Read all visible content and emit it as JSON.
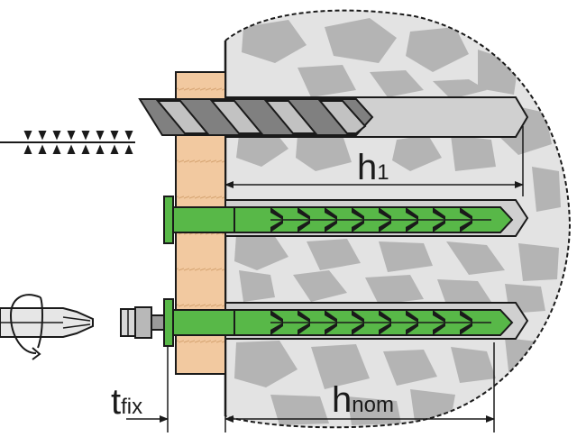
{
  "labels": {
    "h1_main": "h",
    "h1_sub": "1",
    "tfix_main": "t",
    "tfix_sub": "fix",
    "hnom_main": "h",
    "hnom_sub": "nom"
  },
  "colors": {
    "concrete": "#e3e3e3",
    "stone": "#b4b4b4",
    "wood": "#f2c9a0",
    "anchor_green": "#58b848",
    "screw_grey": "#7a7a7a",
    "line": "#1a1a1a"
  }
}
